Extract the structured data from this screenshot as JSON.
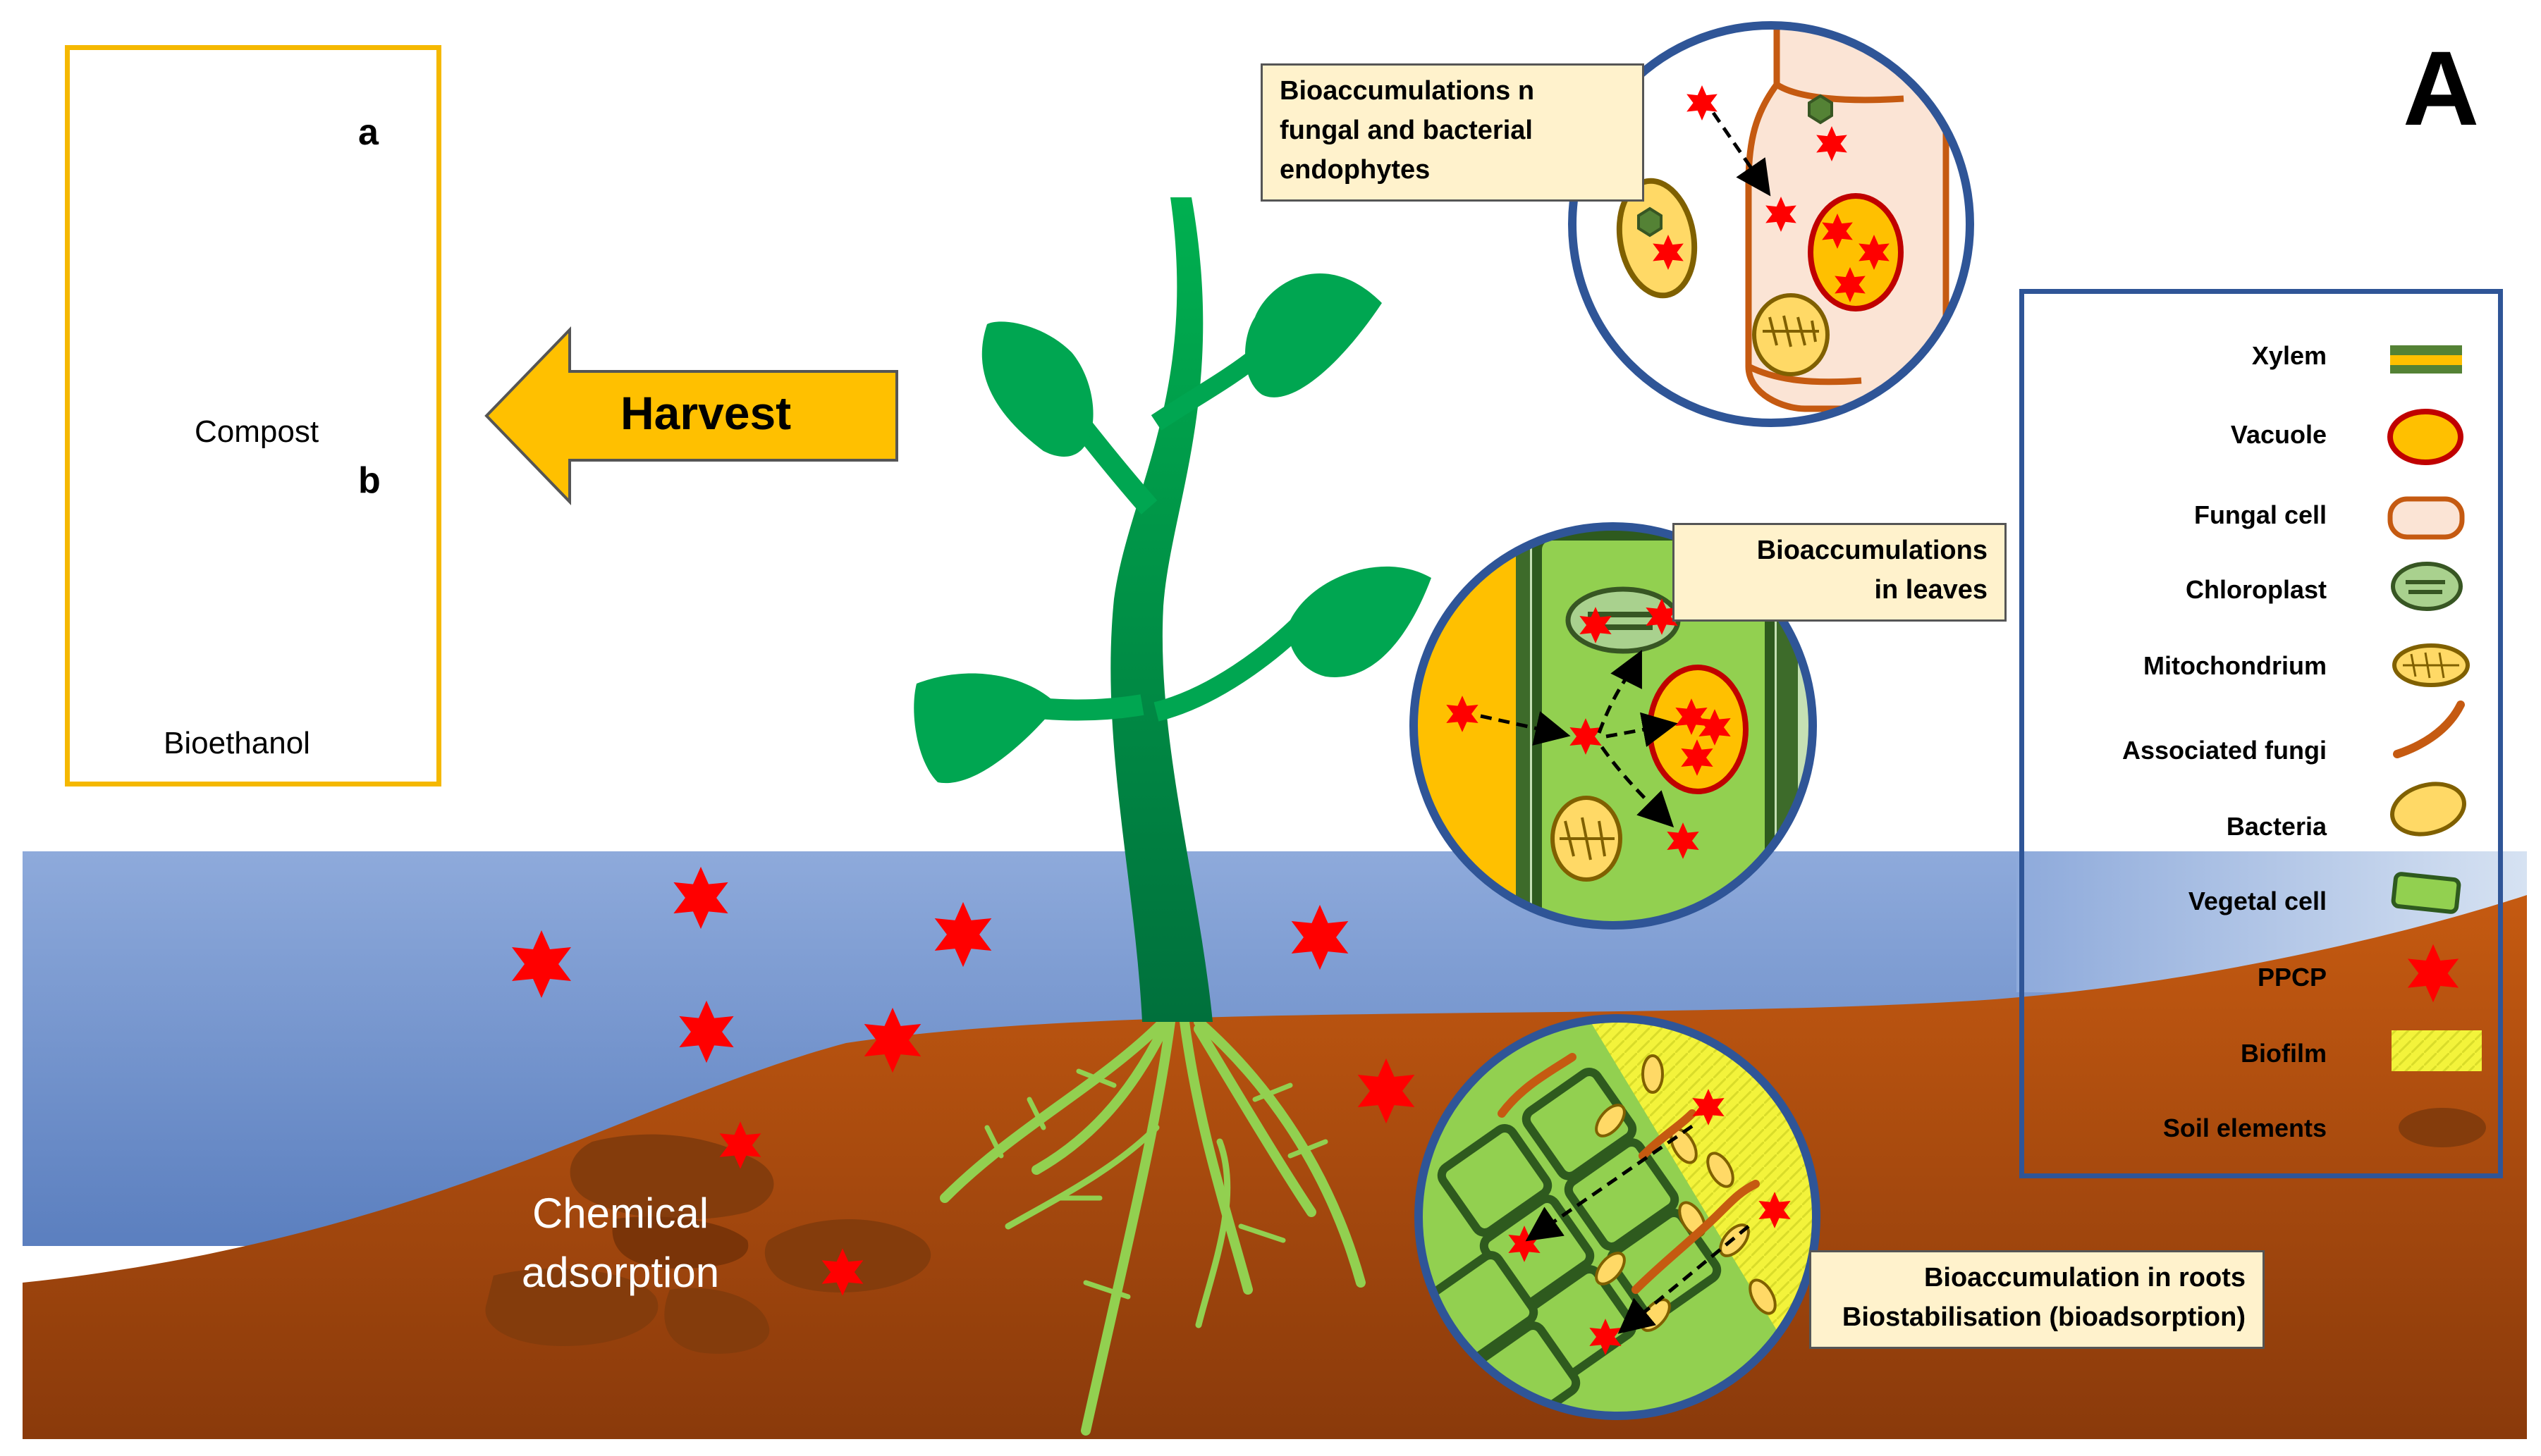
{
  "panel_label": "A",
  "products": {
    "compost_tag": "a",
    "compost_label": "Compost",
    "bioethanol_tag": "b",
    "bioethanol_label": "Bioethanol"
  },
  "harvest_label": "Harvest",
  "callouts": {
    "endophytes": [
      "Bioaccumulations  n",
      "fungal and bacterial",
      "endophytes"
    ],
    "leaves": [
      "Bioaccumulations",
      "in leaves"
    ],
    "roots": [
      "Bioaccumulation  in roots",
      "Biostabilisation (bioadsorption)"
    ]
  },
  "soil_label": [
    "Chemical",
    "adsorption"
  ],
  "legend": [
    {
      "label": "Xylem",
      "icon": "xylem-icon"
    },
    {
      "label": "Vacuole",
      "icon": "vacuole-icon"
    },
    {
      "label": "Fungal cell",
      "icon": "fungal-cell-icon"
    },
    {
      "label": "Chloroplast",
      "icon": "chloroplast-icon"
    },
    {
      "label": "Mitochondrium",
      "icon": "mitochondrium-icon"
    },
    {
      "label": "Associated fungi",
      "icon": "associated-fungi-icon"
    },
    {
      "label": "Bacteria",
      "icon": "bacteria-icon"
    },
    {
      "label": "Vegetal cell",
      "icon": "vegetal-cell-icon"
    },
    {
      "label": "PPCP",
      "icon": "ppcp-star-icon"
    },
    {
      "label": "Biofilm",
      "icon": "biofilm-icon"
    },
    {
      "label": "Soil elements",
      "icon": "soil-element-icon"
    }
  ],
  "colors": {
    "ppcp": "#FF0000",
    "soil": "#B84A0E",
    "water": "#8EAADB",
    "plant": "#00A651",
    "legend_border": "#2F5597",
    "panel_border": "#F5B800",
    "callout_fill": "#FFF2CC"
  }
}
